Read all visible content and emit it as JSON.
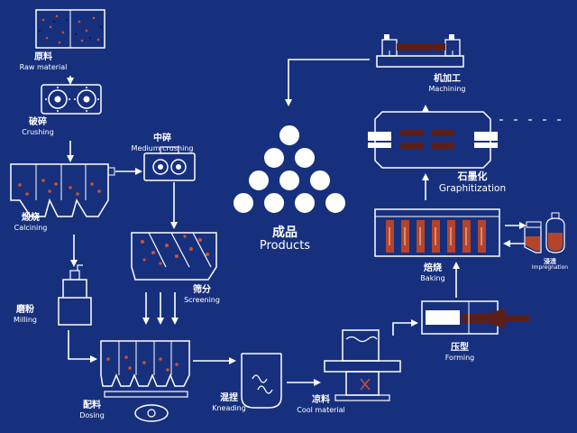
{
  "steps": {
    "raw_material": {
      "zh": "原料",
      "en": "Raw material"
    },
    "crushing": {
      "zh": "破碎",
      "en": "Crushing"
    },
    "medium_crushing": {
      "zh": "中碎",
      "en": "Medium crushing"
    },
    "calcining": {
      "zh": "煅烧",
      "en": "Calcining"
    },
    "screening": {
      "zh": "筛分",
      "en": "Screening"
    },
    "milling": {
      "zh": "磨粉",
      "en": "Milling"
    },
    "dosing": {
      "zh": "配料",
      "en": "Dosing"
    },
    "kneading": {
      "zh": "混捏",
      "en": "Kneading"
    },
    "cool_material": {
      "zh": "凉料",
      "en": "Cool material"
    },
    "forming": {
      "zh": "压型",
      "en": "Forming"
    },
    "baking": {
      "zh": "焙烧",
      "en": "Baking"
    },
    "impregnation": {
      "zh": "浸渍",
      "en": "Impregnation"
    },
    "graphitization": {
      "zh": "石墨化",
      "en": "Graphitization"
    },
    "machining": {
      "zh": "机加工",
      "en": "Machining"
    },
    "products": {
      "zh": "成品",
      "en": "Products"
    }
  },
  "colors": {
    "background": "#17307e",
    "line": "#ffffff",
    "product": "#b5442a",
    "dark_product": "#5a1f18"
  }
}
